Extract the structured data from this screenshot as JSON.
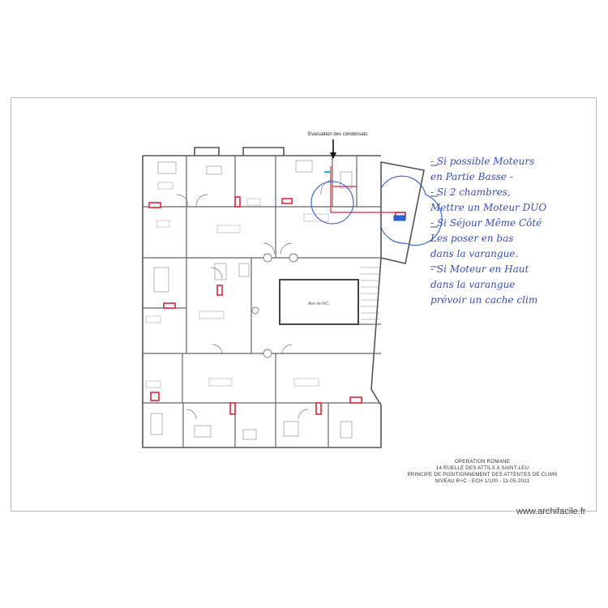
{
  "plan": {
    "evacuation_label": "Evacuation des condensats",
    "central_room_label": "Aire de R/C"
  },
  "notes": [
    "- Si possible Moteurs",
    "en Partie Basse -",
    "- Si 2 chambres,",
    "Mettre un Moteur DUO",
    "- Si Séjour Même Côté",
    "Les poser en bas",
    "dans la varangue.",
    "- Si Moteur en Haut",
    "dans la varangue",
    "prévoir un cache clim"
  ],
  "cartouche": {
    "line1": "OPERATION ROMANE",
    "line2": "14 RUELLE DES ATTILS A SAINT-LEU",
    "line3": "PRINCIPE DE POSITIONNEMENT DES ATTENTES DE CLIMS",
    "line4": "NIVEAU R+C - ECH 1/100 - 11-05-2021"
  },
  "watermark": "www.archifacile.fr",
  "colors": {
    "red": "#e0243a",
    "blue": "#2a5fd0",
    "ink": "#3a4fb5",
    "wall": "#555555"
  }
}
